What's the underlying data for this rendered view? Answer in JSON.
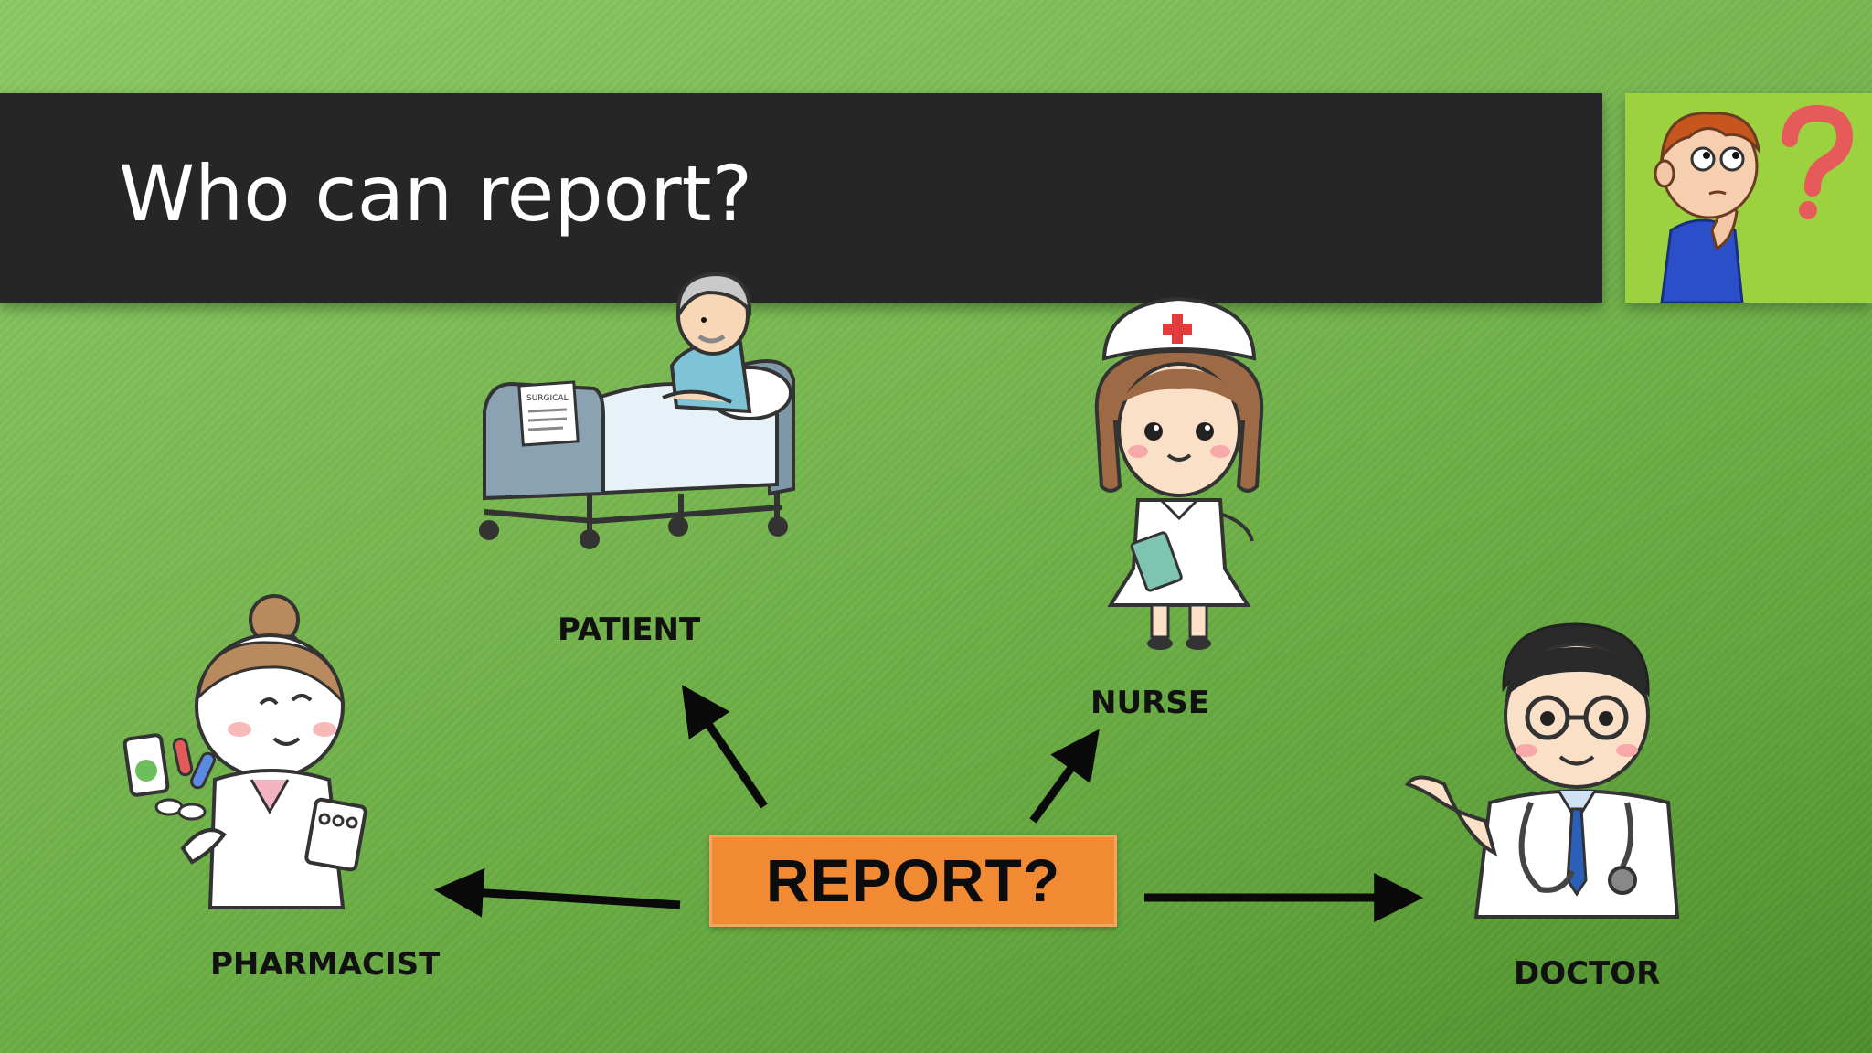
{
  "slide": {
    "title": "Who can report?",
    "center_label": "REPORT?",
    "roles": {
      "patient": "PATIENT",
      "nurse": "NURSE",
      "pharmacist": "PHARMACIST",
      "doctor": "DOCTOR"
    },
    "chart_sheet_text": "SURGICAL"
  },
  "colors": {
    "title_bar": "#262626",
    "background": "#77b74f",
    "report_box": "#f28a34",
    "thinker_panel": "#9cd240"
  }
}
